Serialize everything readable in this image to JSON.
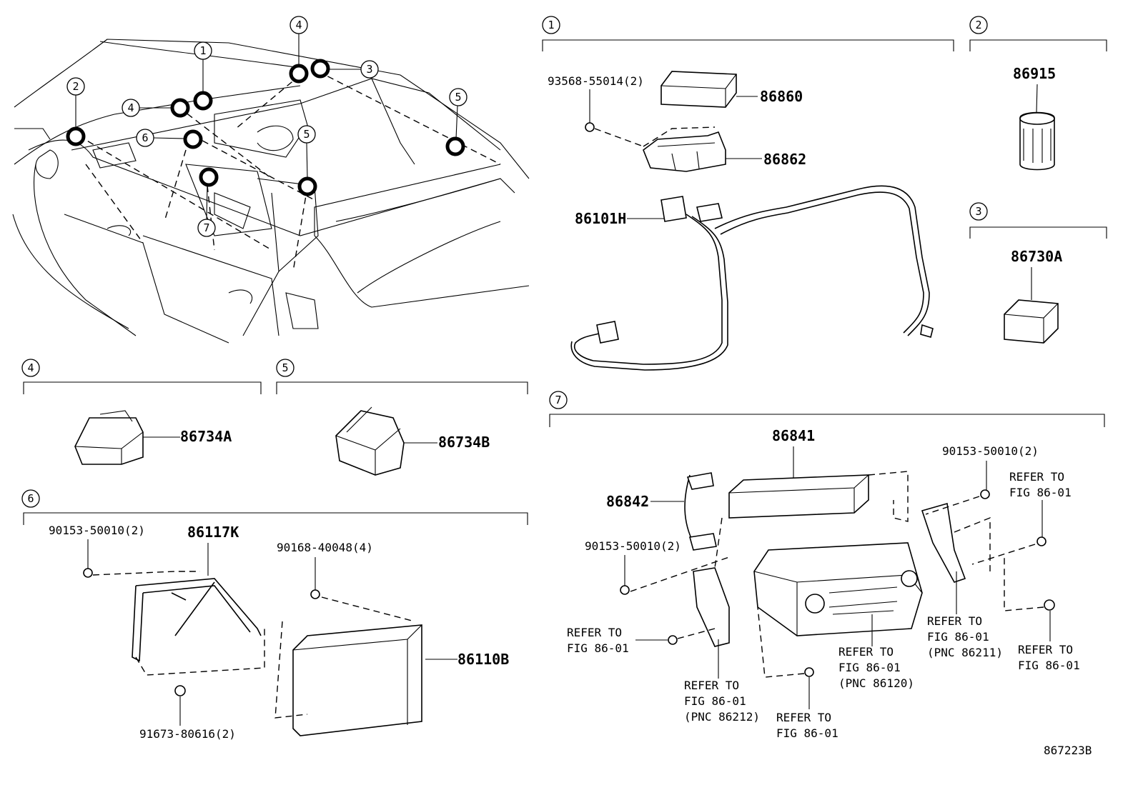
{
  "callouts": {
    "overview": [
      "1",
      "2",
      "3",
      "4",
      "4",
      "5",
      "5",
      "6",
      "7"
    ],
    "sections": [
      "1",
      "2",
      "3",
      "4",
      "5",
      "6",
      "7"
    ]
  },
  "parts": {
    "p86860": "86860",
    "p86862": "86862",
    "p86101H": "86101H",
    "p93568": "93568-55014(2)",
    "p86915": "86915",
    "p86730A": "86730A",
    "p86734A": "86734A",
    "p86734B": "86734B",
    "p86117K": "86117K",
    "p86110B": "86110B",
    "p90153_s6": "90153-50010(2)",
    "p90168": "90168-40048(4)",
    "p91673": "91673-80616(2)",
    "p86841": "86841",
    "p86842": "86842",
    "p90153_s7a": "90153-50010(2)",
    "p90153_s7b": "90153-50010(2)"
  },
  "refer": {
    "r1": [
      "REFER TO",
      "FIG 86-01"
    ],
    "r2": [
      "REFER TO",
      "FIG 86-01"
    ],
    "r3": [
      "REFER TO",
      "FIG 86-01",
      "(PNC 86212)"
    ],
    "r4": [
      "REFER TO",
      "FIG 86-01"
    ],
    "r5": [
      "REFER TO",
      "FIG 86-01",
      "(PNC 86120)"
    ],
    "r6": [
      "REFER TO",
      "FIG 86-01",
      "(PNC 86211)"
    ],
    "r7": [
      "REFER TO",
      "FIG 86-01"
    ]
  },
  "figure_id": "867223B"
}
